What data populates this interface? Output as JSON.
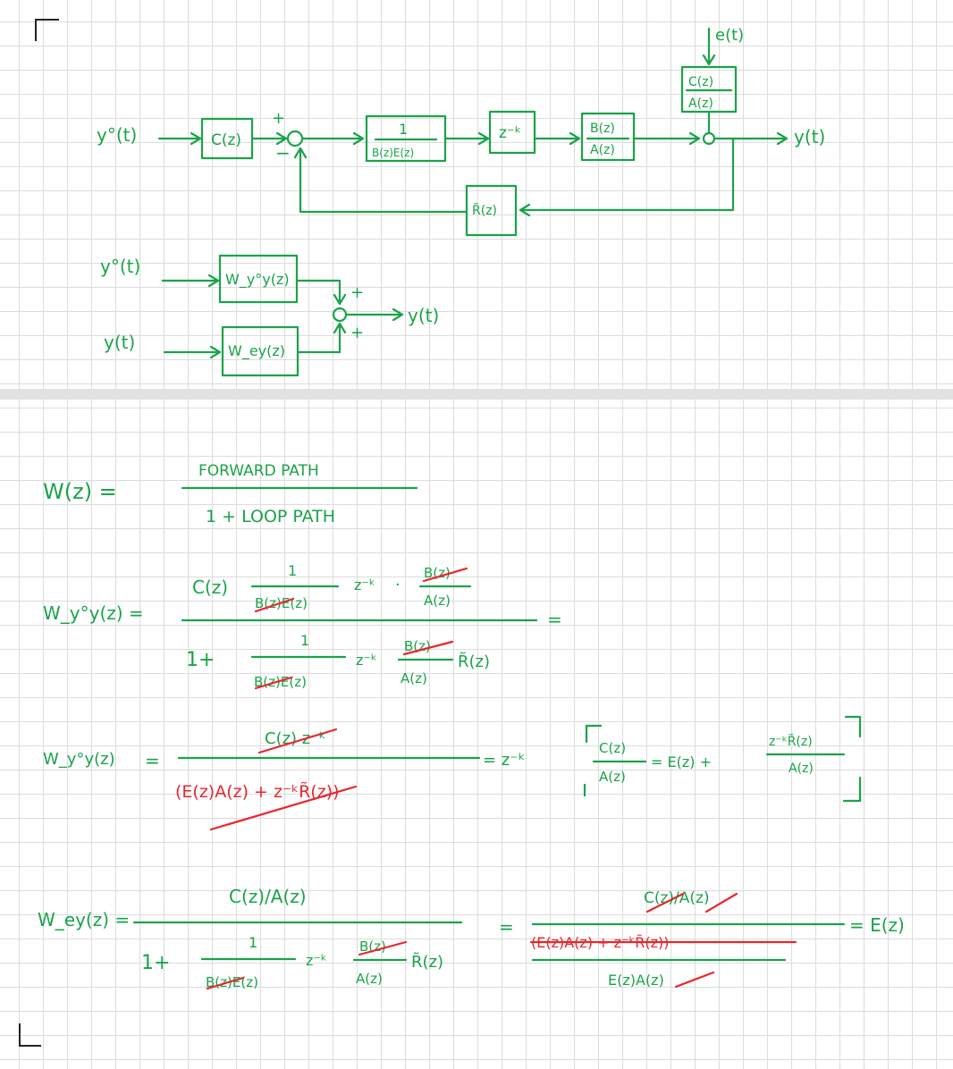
{
  "colors": {
    "ink": "#1aa34a",
    "correction": "#e8262d",
    "grid": "#dcdcdc",
    "separator": "#e2e2e2"
  },
  "diagram1": {
    "in_label": "y°(t)",
    "block_c": "C(z)",
    "sum_plus": "+",
    "sum_minus": "−",
    "block_inv_num": "1",
    "block_inv_den": "B(z)E(z)",
    "block_delay": "z⁻ᵏ",
    "block_ba_num": "B(z)",
    "block_ba_den": "A(z)",
    "noise_label": "e(t)",
    "block_ca_num": "C(z)",
    "block_ca_den": "A(z)",
    "out_label": "y(t)",
    "block_r": "R̃(z)"
  },
  "diagram2": {
    "in1": "y°(t)",
    "in2": "y(t)",
    "block1": "W_y°y(z)",
    "block2": "W_ey(z)",
    "plus1": "+",
    "plus2": "+",
    "out": "y(t)"
  },
  "eq1": {
    "lhs": "W(z) =",
    "num": "FORWARD PATH",
    "den": "1 + LOOP PATH"
  },
  "eq2": {
    "lhs": "W_y°y(z) =",
    "num_cz": "C(z)",
    "one": "1",
    "frac_den": "B(z)E(z)",
    "zk": "z⁻ᵏ",
    "dot": "·",
    "b": "B(z)",
    "a": "A(z)",
    "den_1plus": "1+",
    "r": "R̃(z)",
    "eq": "="
  },
  "eq3": {
    "lhs": "W_y°y(z)",
    "eq": "=",
    "num": "C(z) z⁻ᵏ",
    "den": "(E(z)A(z) + z⁻ᵏR̃(z))",
    "rhs": "= z⁻ᵏ",
    "side_c": "C(z)",
    "side_a": "A(z)",
    "side_eq": "= E(z) +",
    "side_num": "z⁻ᵏR̃(z)",
    "side_den": "A(z)"
  },
  "eq4": {
    "lhs": "W_ey(z) =",
    "num": "C(z)/A(z)",
    "den_1plus": "1+",
    "one": "1",
    "frac_den": "B(z)E(z)",
    "zk": "z⁻ᵏ",
    "b": "B(z)",
    "a": "A(z)",
    "r": "R̃(z)",
    "eq": "=",
    "num2": "C(z)/A(z)",
    "mid": "(E(z)A(z) + z⁻ᵏR̃(z))",
    "den2": "E(z)A(z)",
    "result": "= E(z)"
  }
}
